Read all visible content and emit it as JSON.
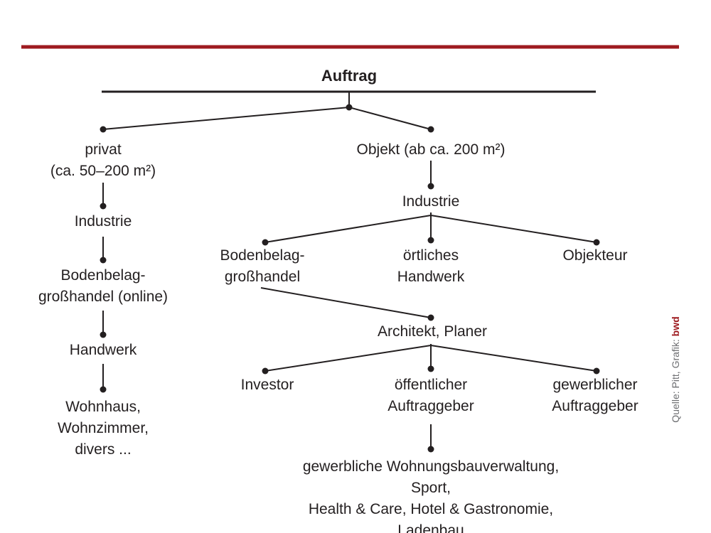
{
  "colors": {
    "accent": "#9e1b20",
    "ink": "#231f20",
    "muted": "#6d6e71"
  },
  "nodes": {
    "root": "Auftrag",
    "privat": "privat\n(ca. 50–200 m²)",
    "privat_industrie": "Industrie",
    "privat_grosshandel": "Bodenbelag-\ngroßhandel (online)",
    "privat_handwerk": "Handwerk",
    "privat_ziel": "Wohnhaus,\nWohnzimmer,\ndivers ...",
    "objekt": "Objekt (ab ca. 200 m²)",
    "objekt_industrie": "Industrie",
    "objekt_grosshandel": "Bodenbelag-\ngroßhandel",
    "objekt_handwerk": "örtliches\nHandwerk",
    "objekteur": "Objekteur",
    "architekt": "Architekt, Planer",
    "investor": "Investor",
    "oeffentlich": "öffentlicher\nAuftraggeber",
    "gewerblich": "gewerblicher\nAuftraggeber",
    "ziele": "gewerbliche Wohnungsbauverwaltung, Sport,\nHealth & Care, Hotel & Gastronomie, Ladenbau"
  },
  "source": {
    "text": "Quelle: Pitt, Grafik: ",
    "brand": "bwd"
  }
}
